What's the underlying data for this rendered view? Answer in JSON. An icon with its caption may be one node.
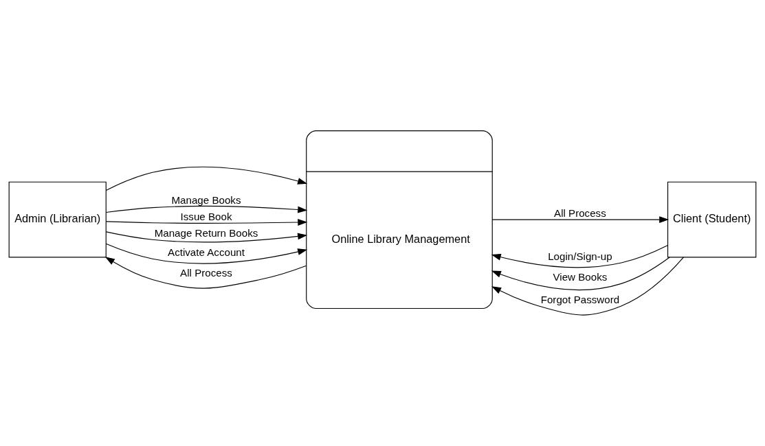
{
  "diagram": {
    "nodes": [
      {
        "text": [
          "Admin (Librarian)"
        ]
      },
      {
        "text": [
          "Online Library Management"
        ]
      },
      {
        "text": [
          "Client (Student)"
        ]
      }
    ],
    "edges": [
      {
        "from": 0,
        "to": 1,
        "arrow": "to"
      },
      {
        "from": 0,
        "to": 1,
        "arrow": "to",
        "label": "Manage Books"
      },
      {
        "from": 0,
        "to": 1,
        "arrow": "to",
        "label": "Issue Book"
      },
      {
        "from": 0,
        "to": 1,
        "arrow": "to",
        "label": "Manage Return Books"
      },
      {
        "from": 2,
        "to": 1,
        "arrow": "to",
        "label": "Login/Sign-up"
      },
      {
        "from": 2,
        "to": 1,
        "arrow": "to",
        "label": "View Books"
      },
      {
        "from": 0,
        "to": 1,
        "arrow": "to",
        "label": "Activate Account"
      },
      {
        "from": 2,
        "to": 1,
        "arrow": "to",
        "label": "Forgot Password"
      },
      {
        "from": 1,
        "to": 0,
        "arrow": "to",
        "label": "All Process"
      },
      {
        "from": 1,
        "to": 2,
        "arrow": "to",
        "label": "All Process"
      }
    ]
  }
}
